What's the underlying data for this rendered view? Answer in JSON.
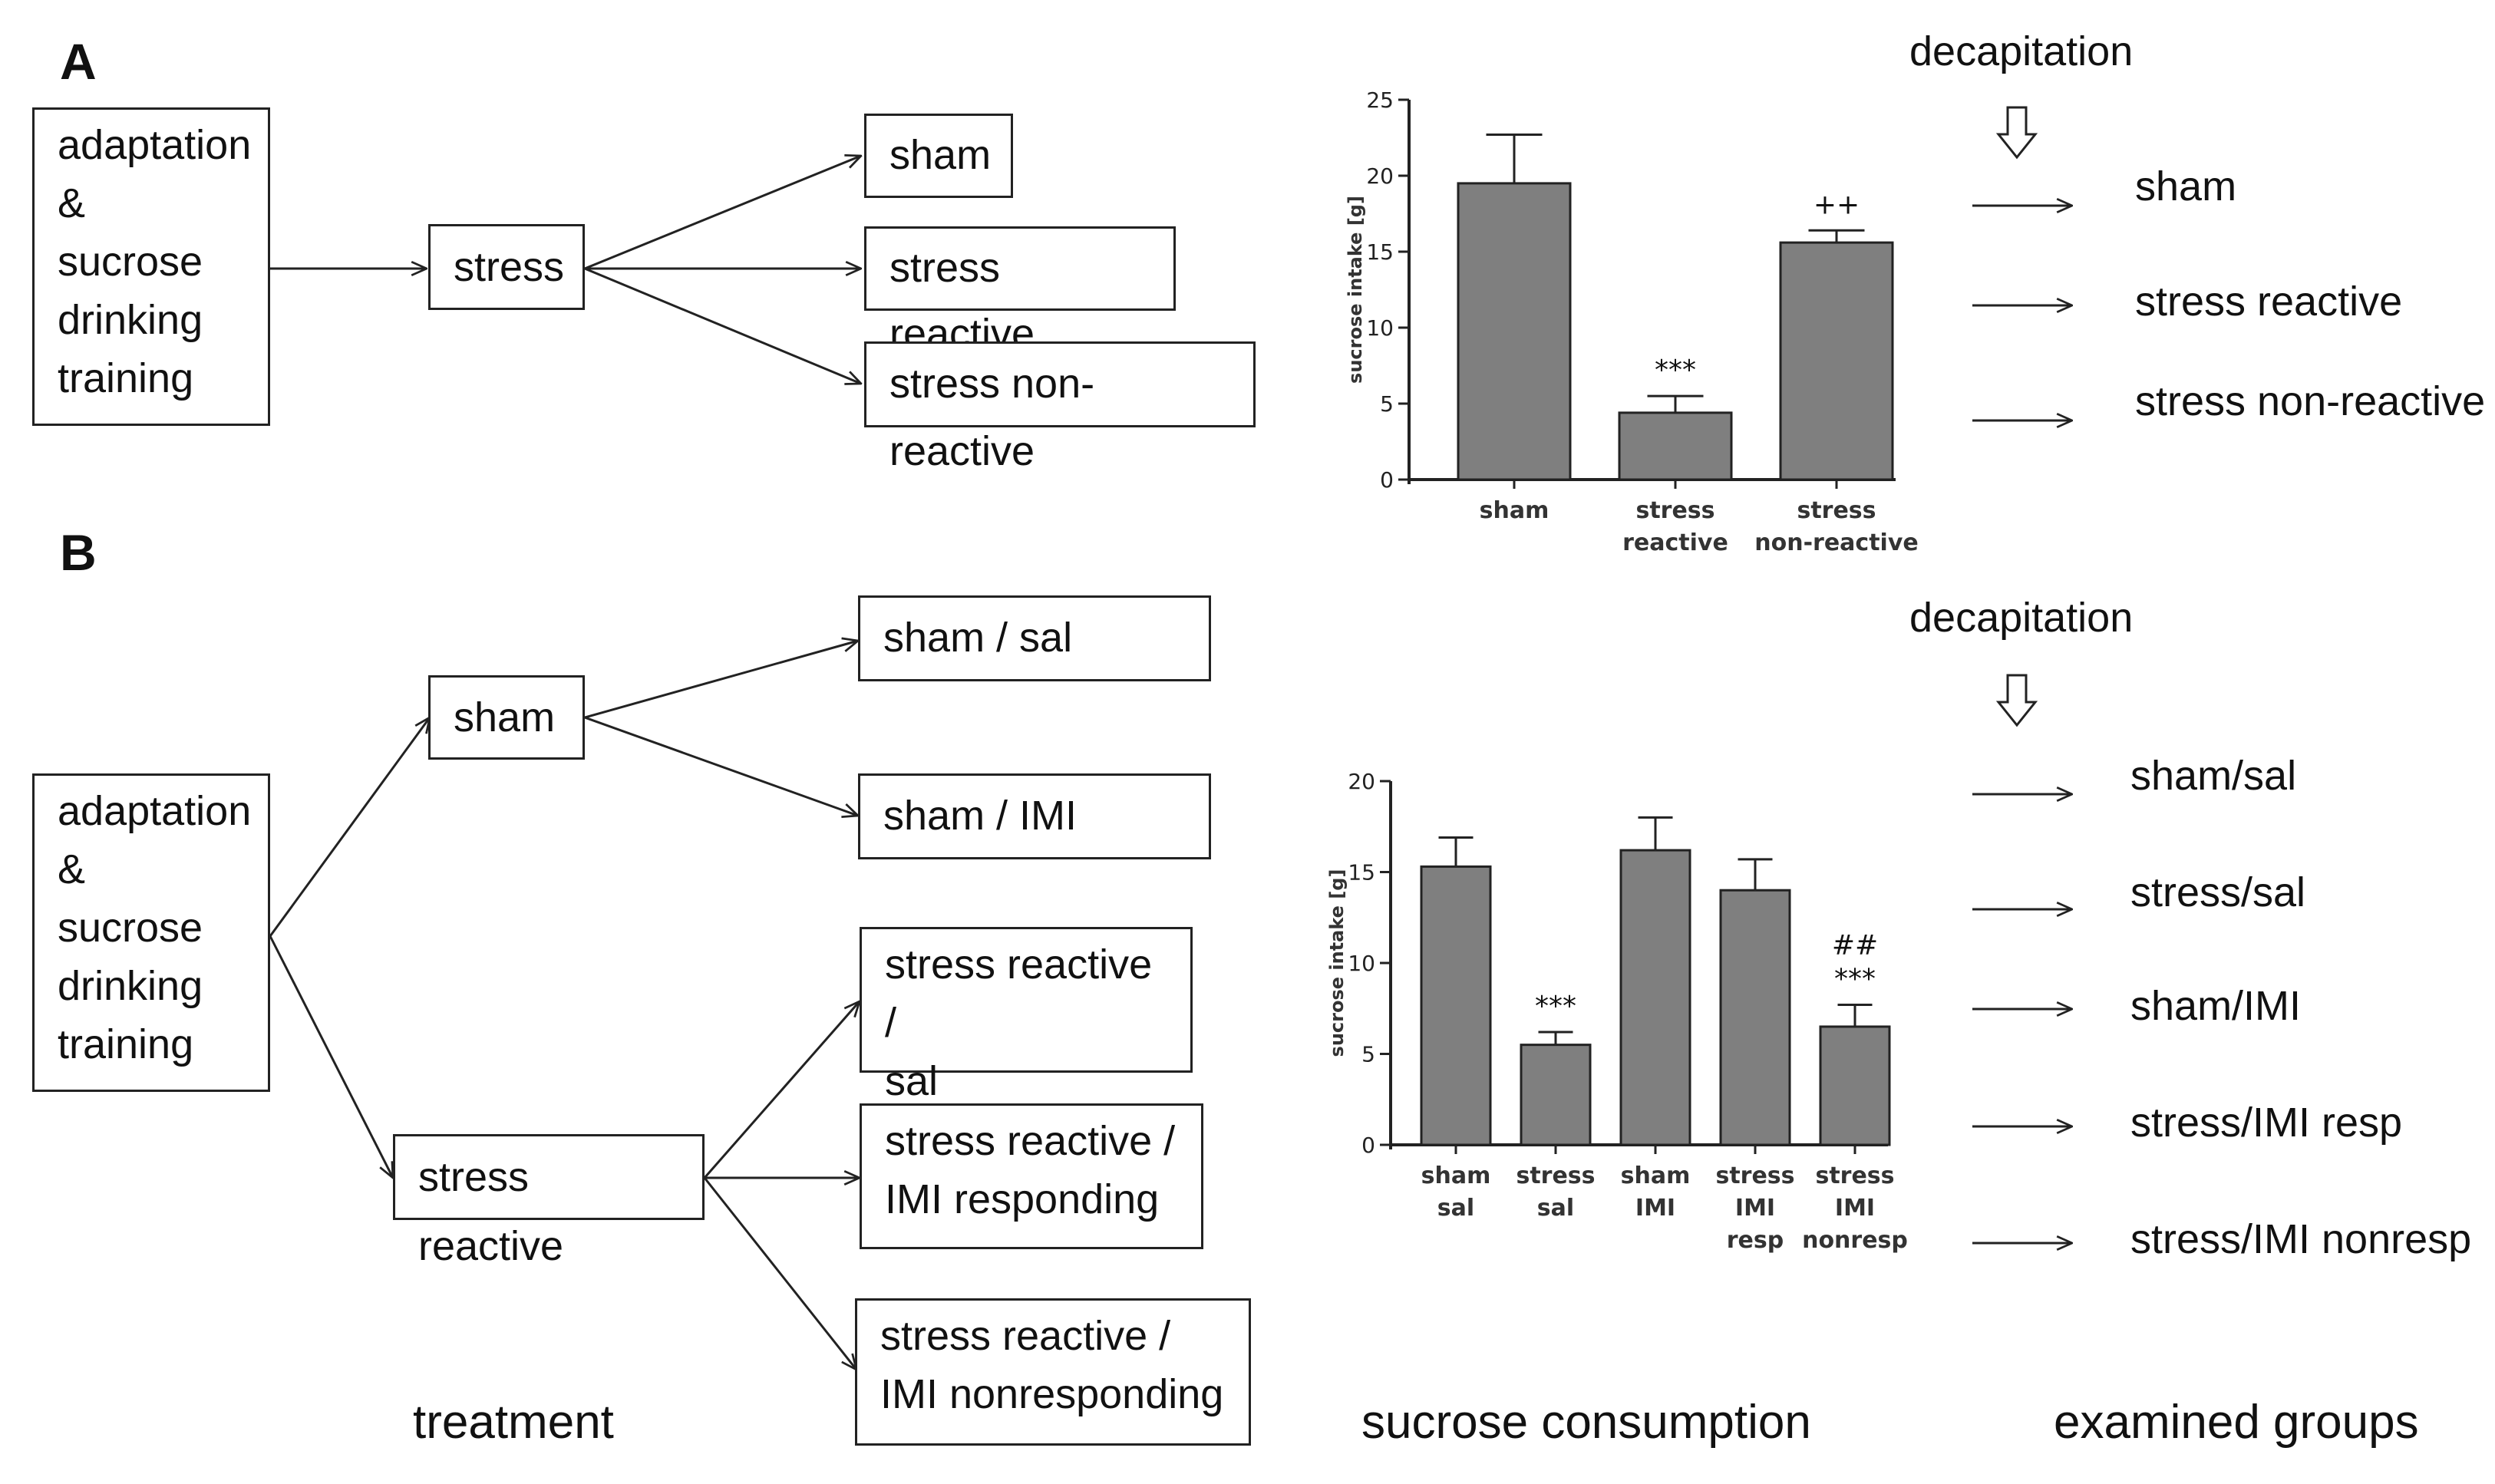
{
  "panels": {
    "a": {
      "letter": "A",
      "start_box": "adaptation\n&\nsucrose\ndrinking\ntraining",
      "middle_box": "stress",
      "outcomes": [
        "sham",
        "stress reactive",
        "stress non-reactive"
      ],
      "decapitation": "decapitation",
      "decap_arrow_icon": "hollow-down-arrow",
      "examined_groups": [
        "sham",
        "stress reactive",
        "stress non-reactive"
      ]
    },
    "b": {
      "letter": "B",
      "start_box": "adaptation\n&\nsucrose\ndrinking\ntraining",
      "branch_sham": "sham",
      "branch_stress": "stress reactive",
      "sham_outcomes": [
        "sham / sal",
        "sham / IMI"
      ],
      "stress_outcomes": [
        "stress reactive /\nsal",
        "stress reactive /\nIMI  responding",
        "stress reactive /\nIMI  nonresponding"
      ],
      "decapitation": "decapitation",
      "decap_arrow_icon": "hollow-down-arrow",
      "examined_groups": [
        "sham/sal",
        "stress/sal",
        "sham/IMI",
        "stress/IMI  resp",
        "stress/IMI  nonresp"
      ]
    }
  },
  "captions": {
    "treatment": "treatment",
    "sucrose": "sucrose  consumption",
    "groups": "examined  groups"
  },
  "colors": {
    "bar_fill": "#7f7f7f",
    "line": "#222222"
  },
  "chart_data": [
    {
      "type": "bar",
      "categories": [
        [
          "sham"
        ],
        [
          "stress",
          "reactive"
        ],
        [
          "stress",
          "non-reactive"
        ]
      ],
      "values": [
        19.5,
        4.4,
        15.6
      ],
      "errors": [
        3.2,
        1.1,
        0.8
      ],
      "annotations": [
        "",
        "***",
        "++"
      ],
      "ylabel": "sucrose intake [g]",
      "ylim": [
        0,
        25
      ],
      "yticks": [
        0,
        5,
        10,
        15,
        20,
        25
      ]
    },
    {
      "type": "bar",
      "categories": [
        [
          "sham",
          "sal"
        ],
        [
          "stress",
          "sal"
        ],
        [
          "sham",
          "IMI"
        ],
        [
          "stress",
          "IMI",
          "resp"
        ],
        [
          "stress",
          "IMI",
          "nonresp"
        ]
      ],
      "values": [
        15.3,
        5.5,
        16.2,
        14.0,
        6.5
      ],
      "errors": [
        1.6,
        0.7,
        1.8,
        1.7,
        1.2
      ],
      "annotations": [
        "",
        "***",
        "",
        "",
        "##\n***"
      ],
      "ylabel": "sucrose intake [g]",
      "ylim": [
        0,
        20
      ],
      "yticks": [
        0,
        5,
        10,
        15,
        20
      ]
    }
  ]
}
